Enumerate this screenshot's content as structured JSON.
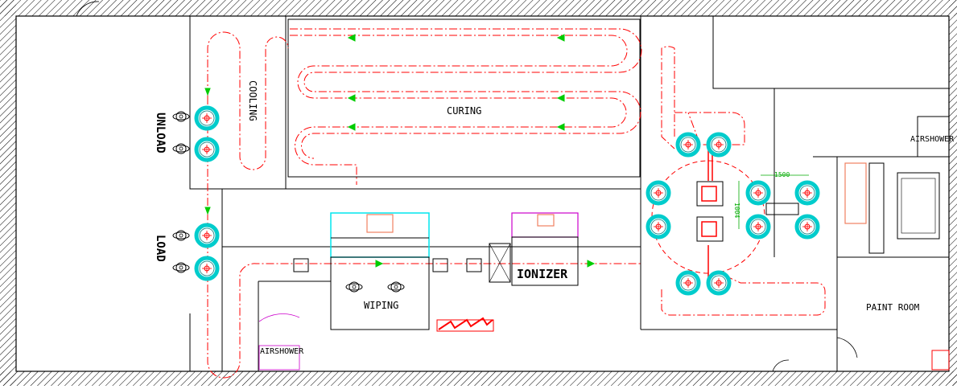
{
  "labels": {
    "cooling": "COOLING",
    "curing": "CURING",
    "unload": "UNLOAD",
    "load": "LOAD",
    "wiping": "WIPING",
    "ionizer": "IONIZER",
    "paint_room": "PAINT ROOM",
    "airshower_top": "AIRSHOWER",
    "airshower_bottom": "AIRSHOWER",
    "dim_horizontal": "1500",
    "dim_vertical": "1004"
  },
  "colors": {
    "wall": "#000000",
    "conveyor": "#ff0000",
    "arrow": "#00cc00",
    "station_ring": "#00cccc",
    "cyan_equipment": "#00e5ee",
    "magenta": "#cc00cc",
    "salmon": "#f08060",
    "dim": "#00aa00"
  }
}
